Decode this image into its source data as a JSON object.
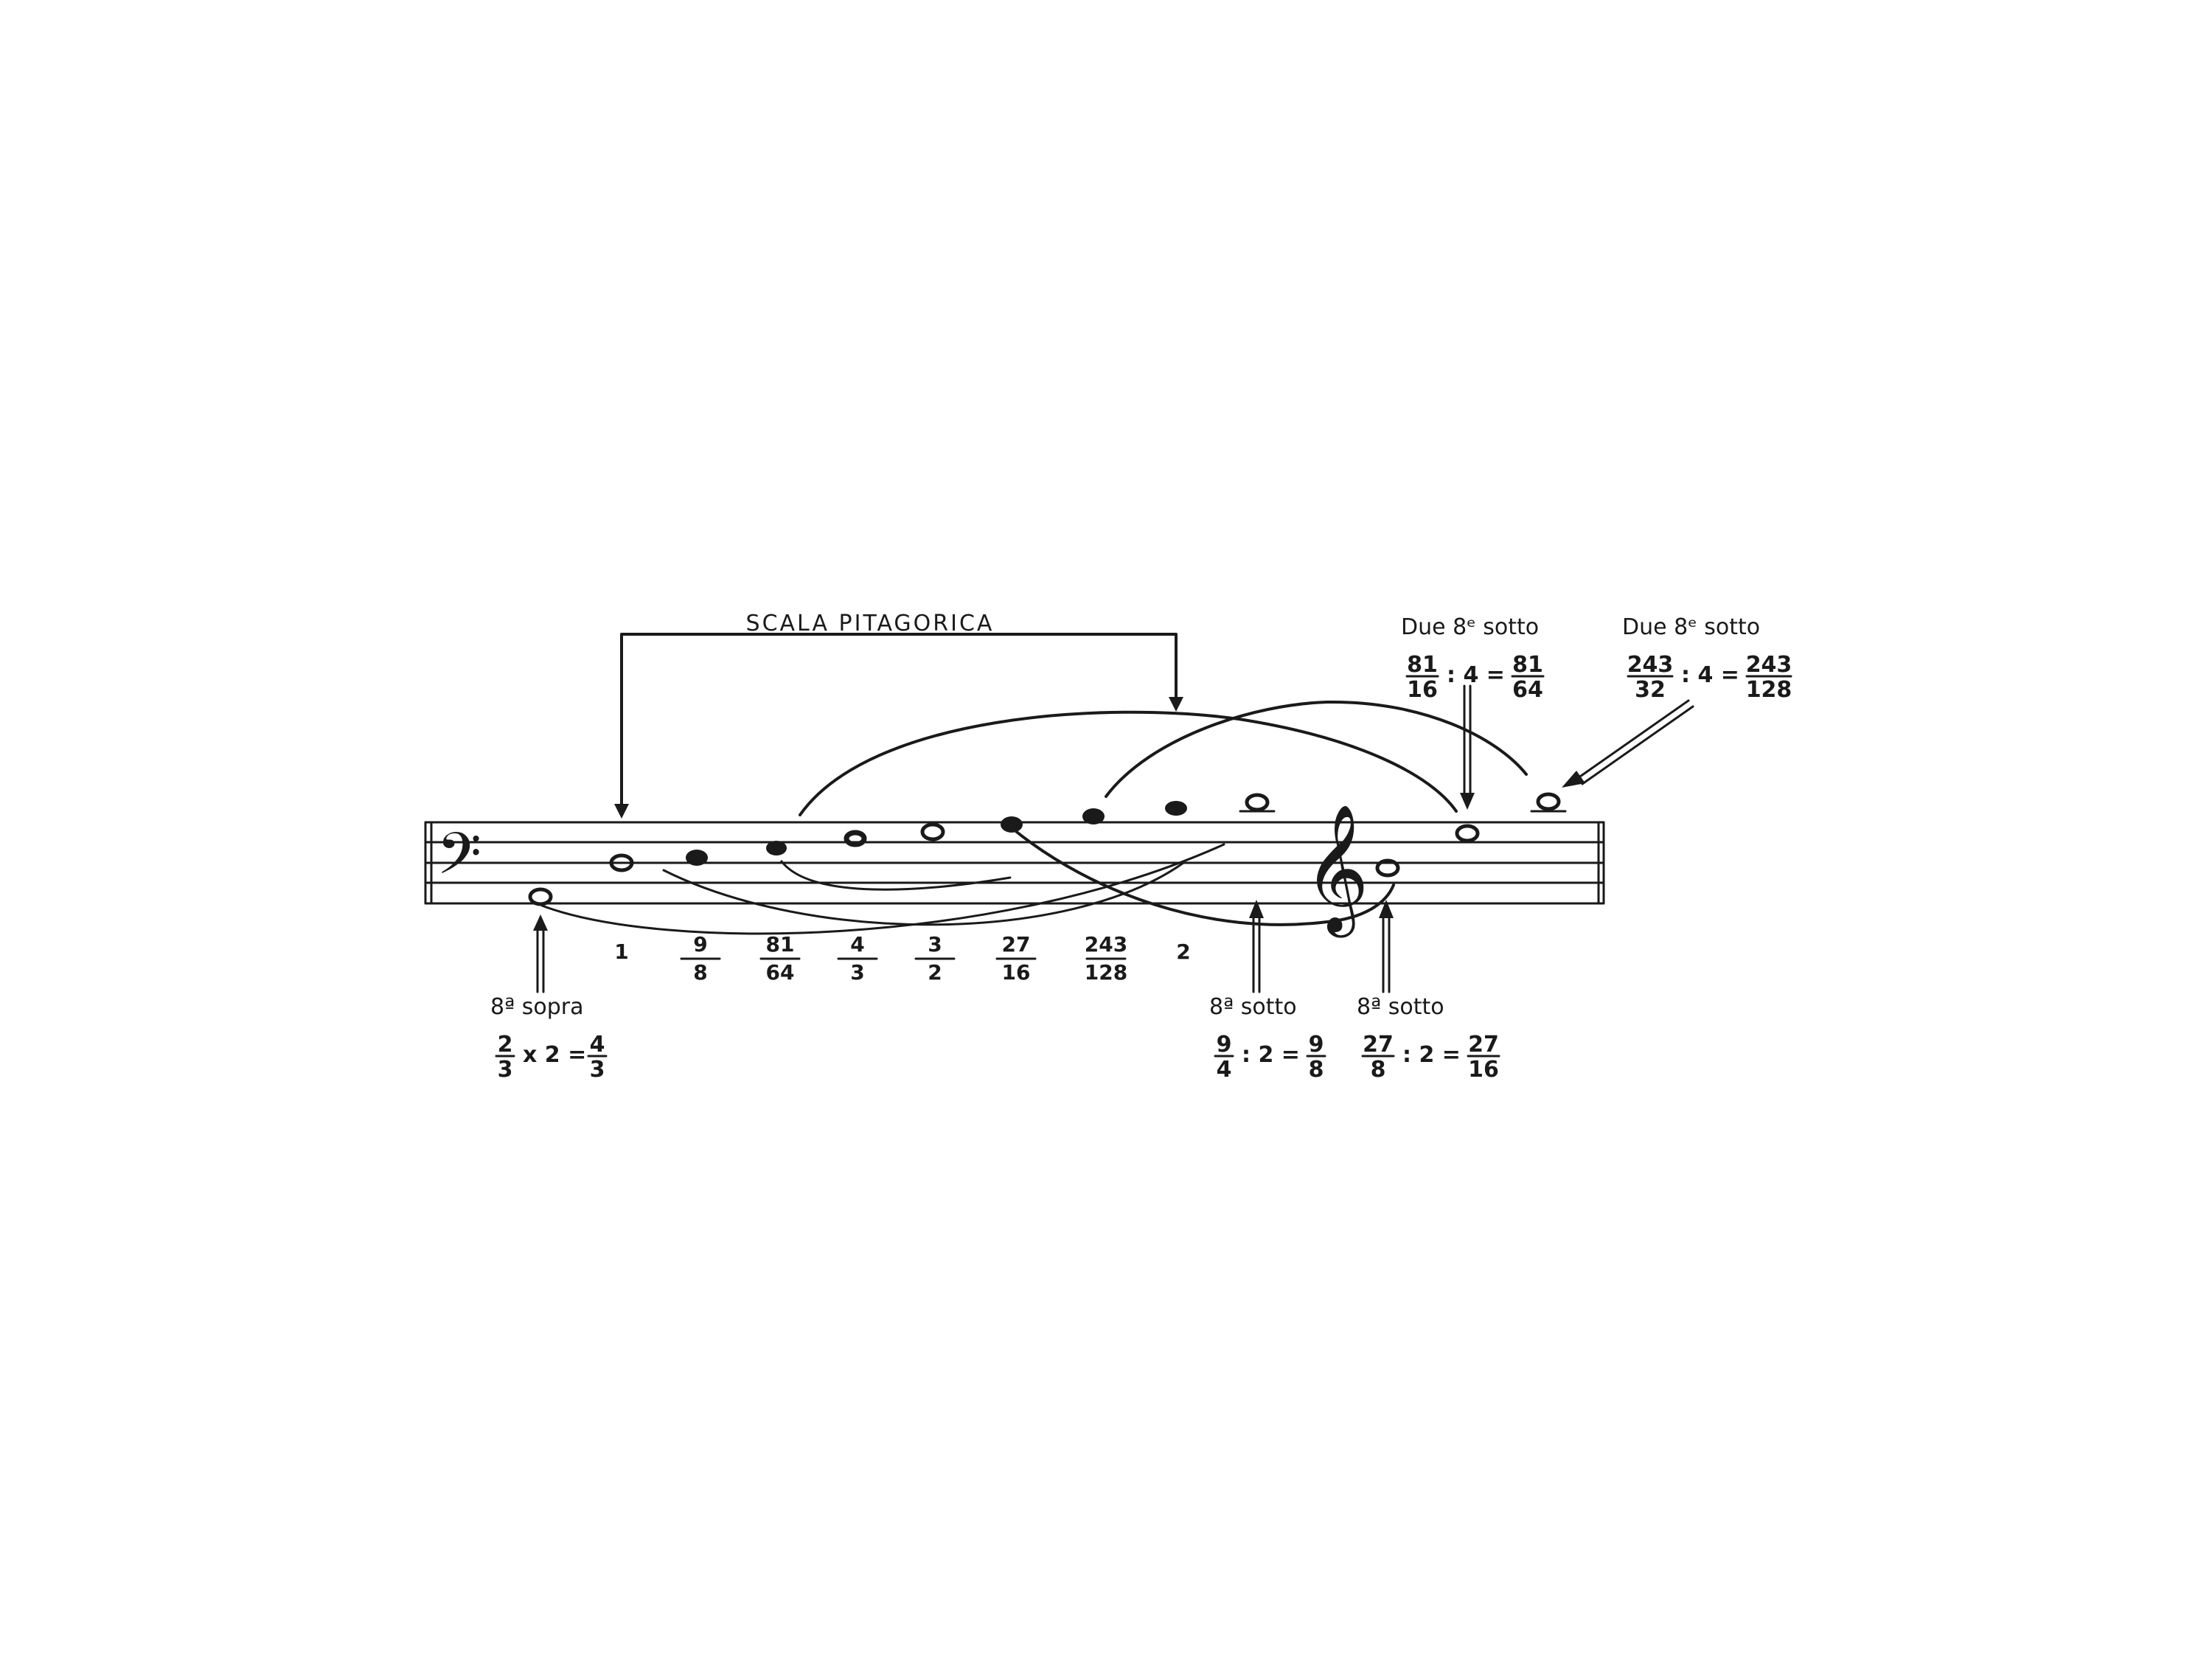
{
  "title": "Scala Pitagorica",
  "scale_ratios": [
    {
      "num": "1",
      "den": ""
    },
    {
      "num": "9",
      "den": "8"
    },
    {
      "num": "81",
      "den": "64"
    },
    {
      "num": "4",
      "den": "3"
    },
    {
      "num": "3",
      "den": "2"
    },
    {
      "num": "27",
      "den": "16"
    },
    {
      "num": "243",
      "den": "128"
    },
    {
      "num": "2",
      "den": ""
    }
  ],
  "annotations": {
    "octave_above": {
      "label": "8ª sopra",
      "eq": [
        {
          "n": "2",
          "d": "3"
        },
        {
          "op": "x 2 ="
        },
        {
          "n": "4",
          "d": "3"
        }
      ]
    },
    "octave_below_1": {
      "label": "8ª sotto",
      "eq": [
        {
          "n": "9",
          "d": "4"
        },
        {
          "op": ": 2 ="
        },
        {
          "n": "9",
          "d": "8"
        }
      ]
    },
    "octave_below_2": {
      "label": "8ª sotto",
      "eq": [
        {
          "n": "27",
          "d": "8"
        },
        {
          "op": ": 2 ="
        },
        {
          "n": "27",
          "d": "16"
        }
      ]
    },
    "two_octaves_below_1": {
      "label": "Due 8ᵉ sotto",
      "eq": [
        {
          "n": "81",
          "d": "16"
        },
        {
          "op": ": 4 ="
        },
        {
          "n": "81",
          "d": "64"
        }
      ]
    },
    "two_octaves_below_2": {
      "label": "Due 8ᵉ sotto",
      "eq": [
        {
          "n": "243",
          "d": "32"
        },
        {
          "op": ": 4 ="
        },
        {
          "n": "243",
          "d": "128"
        }
      ]
    }
  },
  "clefs": {
    "bass": {
      "icon": "bass-clef-icon",
      "glyph": "𝄢"
    },
    "treble": {
      "icon": "treble-clef-icon",
      "glyph": "𝄞"
    }
  }
}
